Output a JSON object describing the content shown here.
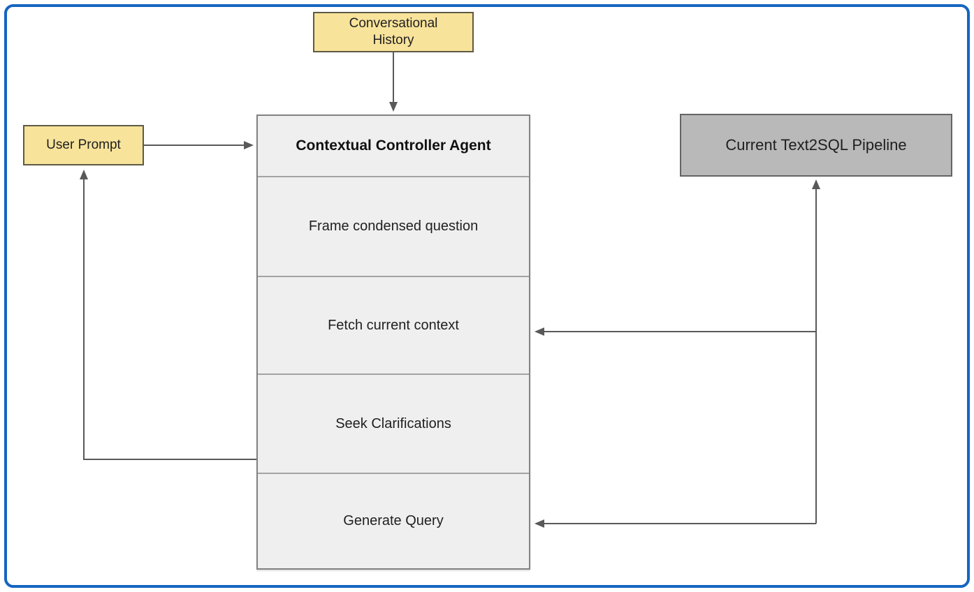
{
  "nodes": {
    "conversational_history": {
      "label": "Conversational History"
    },
    "user_prompt": {
      "label": "User Prompt"
    },
    "controller": {
      "title": "Contextual Controller Agent",
      "steps": [
        {
          "label": "Frame condensed question"
        },
        {
          "label": "Fetch current context"
        },
        {
          "label": "Seek Clarifications"
        },
        {
          "label": "Generate Query"
        }
      ]
    },
    "pipeline": {
      "label": "Current Text2SQL Pipeline"
    }
  },
  "connectors": [
    {
      "from": "Conversational History",
      "to": "Contextual Controller Agent"
    },
    {
      "from": "User Prompt",
      "to": "Contextual Controller Agent"
    },
    {
      "from": "Generate Query",
      "to": "Current Text2SQL Pipeline"
    },
    {
      "from": "Current Text2SQL Pipeline",
      "to": "Fetch current context"
    },
    {
      "from": "Current Text2SQL Pipeline",
      "to": "Generate Query"
    },
    {
      "from": "Seek Clarifications",
      "to": "User Prompt"
    }
  ],
  "colors": {
    "frame_border": "#1565C0",
    "yellow_fill": "#F8E39B",
    "yellow_border": "#5D5A45",
    "controller_fill": "#EFEFEF",
    "controller_border": "#828282",
    "section_divider": "#A3A3A3",
    "pipeline_fill": "#B9B9B9",
    "pipeline_border": "#646464",
    "arrow": "#595959",
    "text": "#1F1F1F"
  }
}
